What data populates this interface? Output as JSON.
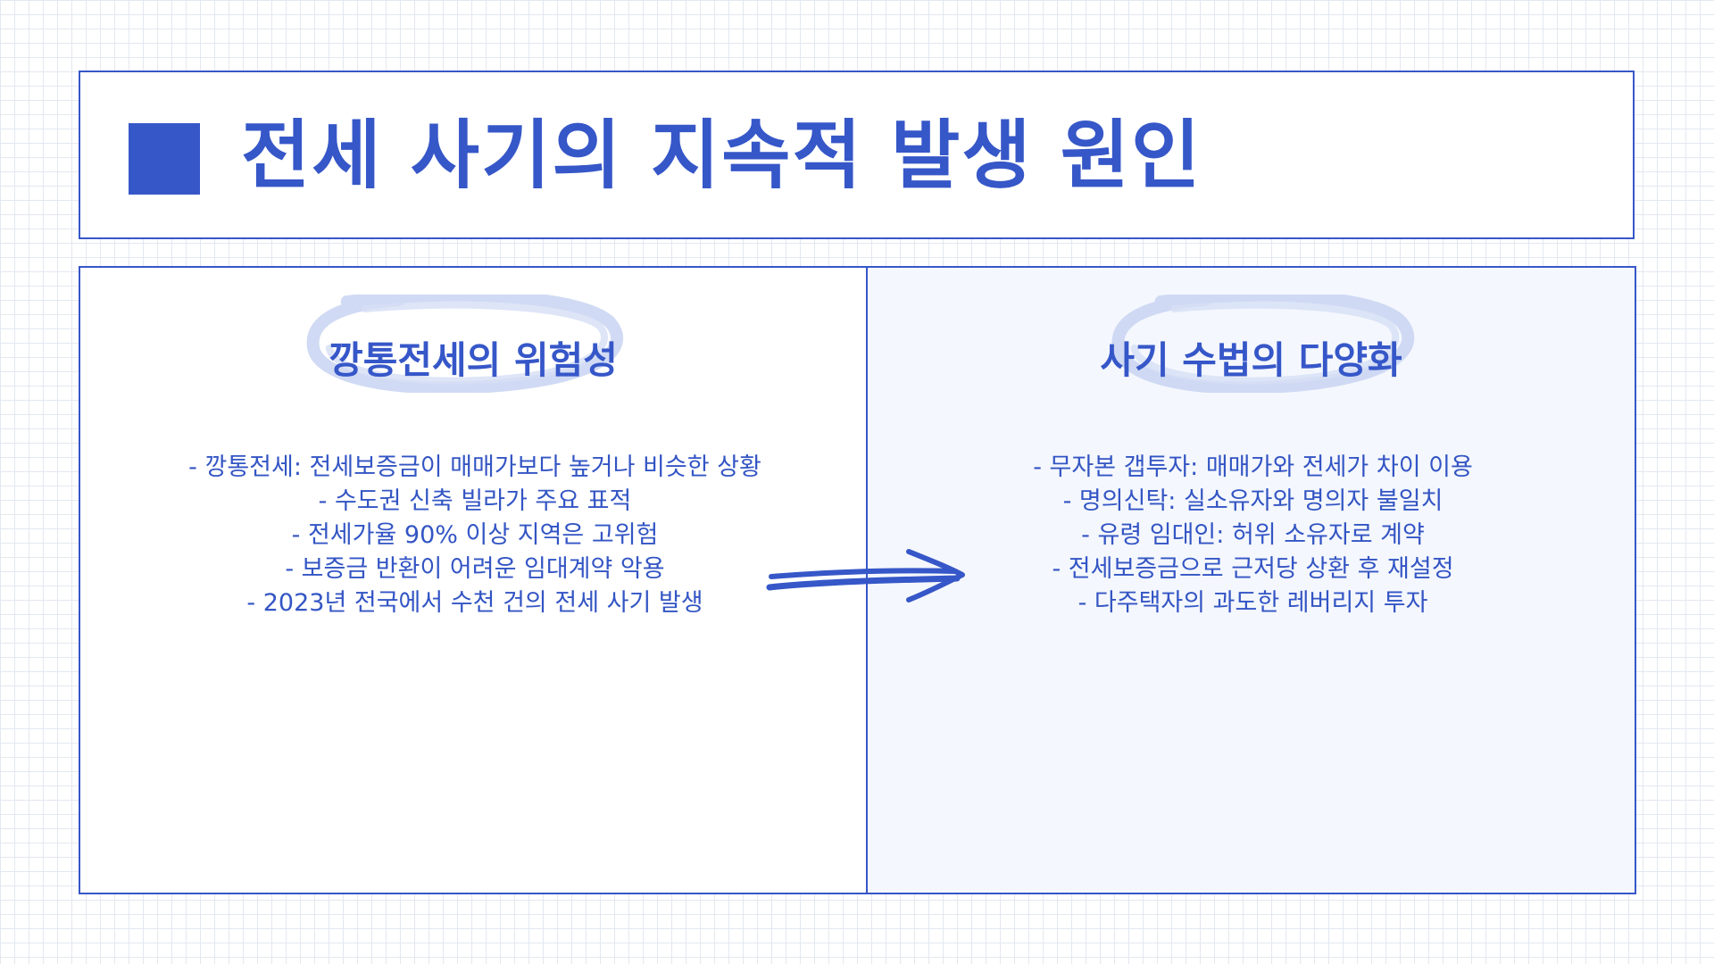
{
  "slide": {
    "title": "전세 사기의 지속적 발생 원인"
  },
  "left_panel": {
    "heading": "깡통전세의 위험성",
    "bullets": [
      "- 깡통전세: 전세보증금이 매매가보다 높거나 비슷한 상황",
      "- 수도권 신축 빌라가 주요 표적",
      "- 전세가율 90% 이상 지역은 고위험",
      "- 보증금 반환이 어려운 임대계약 악용",
      "- 2023년 전국에서 수천 건의 전세 사기 발생"
    ]
  },
  "right_panel": {
    "heading": "사기 수법의 다양화",
    "bullets": [
      "- 무자본 갭투자: 매매가와 전세가 차이 이용",
      "- 명의신탁: 실소유자와 명의자 불일치",
      "- 유령 임대인: 허위 소유자로 계약",
      "- 전세보증금으로 근저당 상환 후 재설정",
      "- 다주택자의 과도한 레버리지 투자"
    ]
  },
  "colors": {
    "accent": "#3657c8",
    "text": "#3355c4",
    "highlight": "#c8d3f2",
    "right_panel_bg": "#f4f7fd",
    "grid": "#e3e8f0"
  },
  "icons": {
    "title_marker": "square-marker-icon",
    "connector": "right-arrow-icon"
  }
}
